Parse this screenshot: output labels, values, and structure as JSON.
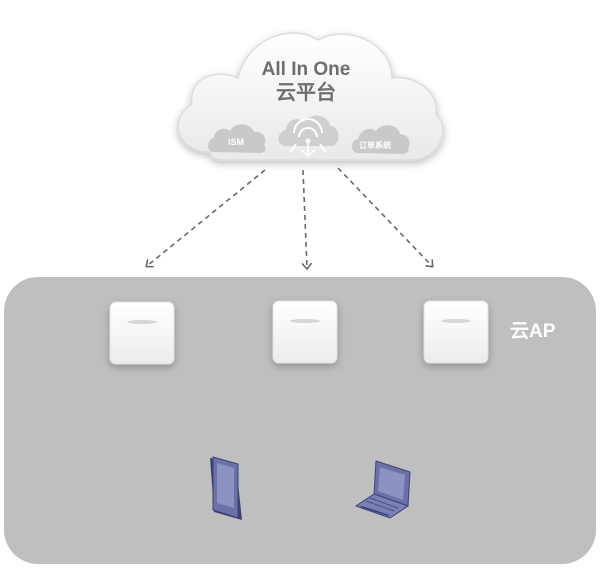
{
  "platform": {
    "title_line1": "All In One",
    "title_line2": "云平台",
    "services": [
      "ISM",
      "订单系统"
    ]
  },
  "access_points": {
    "label": "云AP",
    "count": 3
  },
  "clients": [
    "tablet-device",
    "laptop-device"
  ],
  "colors": {
    "zone_fill": "#bfbfbf",
    "cloud_fill": "#f4f4f4",
    "arrow": "#6a6a6a",
    "device": "#6b71a6"
  }
}
